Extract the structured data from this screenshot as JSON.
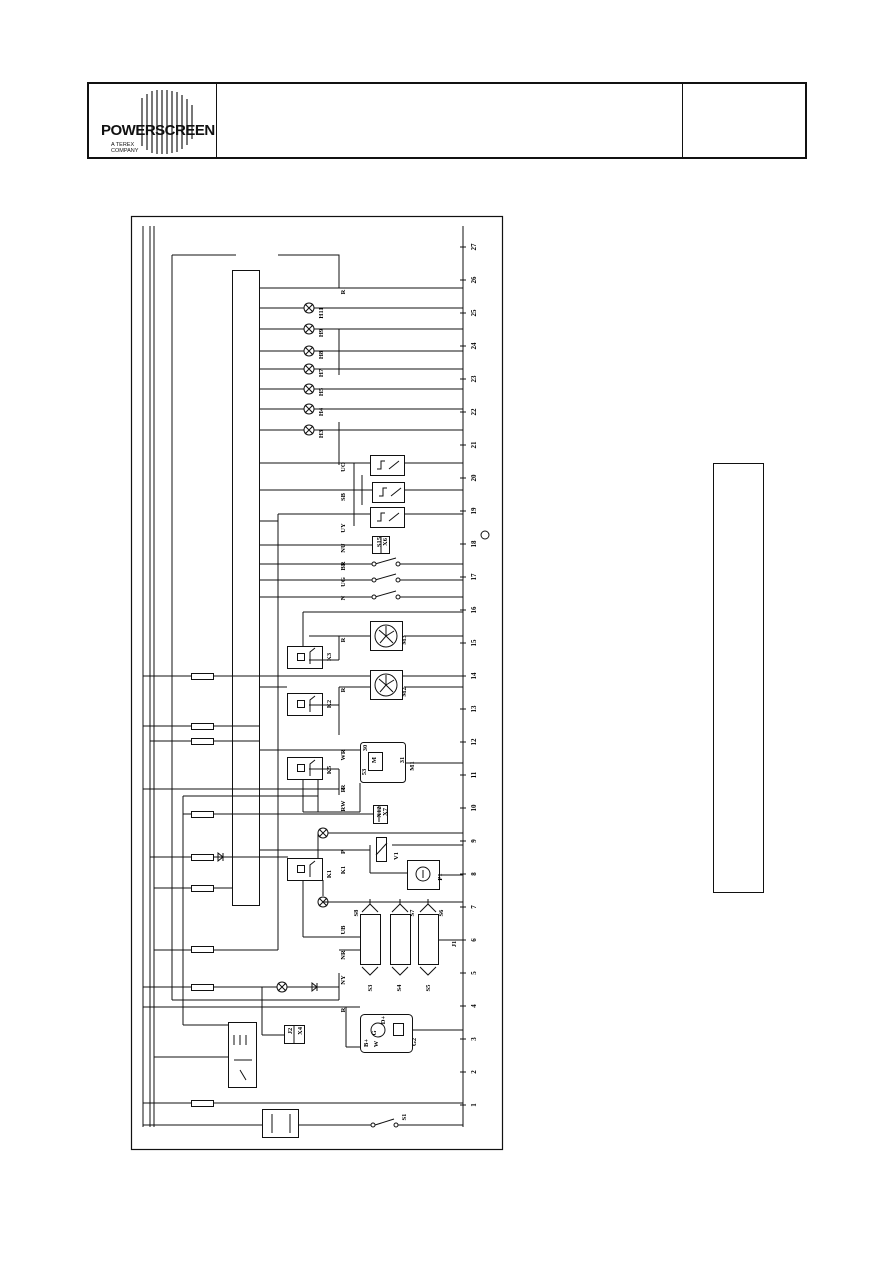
{
  "header": {
    "logo": {
      "brand": "POWERSCREEN",
      "tagline_line1": "A TEREX",
      "tagline_line2": "COMPANY"
    }
  },
  "diagram": {
    "column_numbers": [
      "1",
      "2",
      "3",
      "4",
      "5",
      "6",
      "7",
      "8",
      "9",
      "10",
      "11",
      "12",
      "13",
      "14",
      "15",
      "16",
      "17",
      "18",
      "19",
      "20",
      "21",
      "22",
      "23",
      "24",
      "25",
      "26",
      "27"
    ],
    "components": {
      "S1": "S1",
      "G2": "G2",
      "J1": "J1",
      "S3": "S3",
      "S4": "S4",
      "S5": "S5",
      "S6": "S6",
      "S7": "S7",
      "S8": "S8",
      "K1": "K1",
      "K2": "K2",
      "K3": "K3",
      "K5": "K5",
      "P1": "P1",
      "V1": "V1",
      "M1": "M1",
      "M2": "M2",
      "M3": "M3",
      "H3": "H3",
      "H4": "H4",
      "H5": "H5",
      "H7": "H7",
      "H8": "H8",
      "H9": "H9",
      "H11": "H11",
      "J2": "J2",
      "X4": "X4",
      "X12": "X12",
      "X7": "X7",
      "S15": "S15",
      "X6": "X6",
      "M_motor": "M",
      "term_30": "30",
      "term_31": "31",
      "term_53": "53",
      "g2_b": "B+",
      "g2_d": "D+",
      "g2_g": "G",
      "g2_w": "W"
    },
    "wire_colours": [
      "R",
      "NY",
      "NR",
      "UB",
      "K1",
      "P",
      "R",
      "RW",
      "R",
      "WR",
      "R",
      "R",
      "N",
      "UG",
      "BR",
      "NU",
      "UY",
      "SB",
      "UO",
      "R"
    ]
  }
}
